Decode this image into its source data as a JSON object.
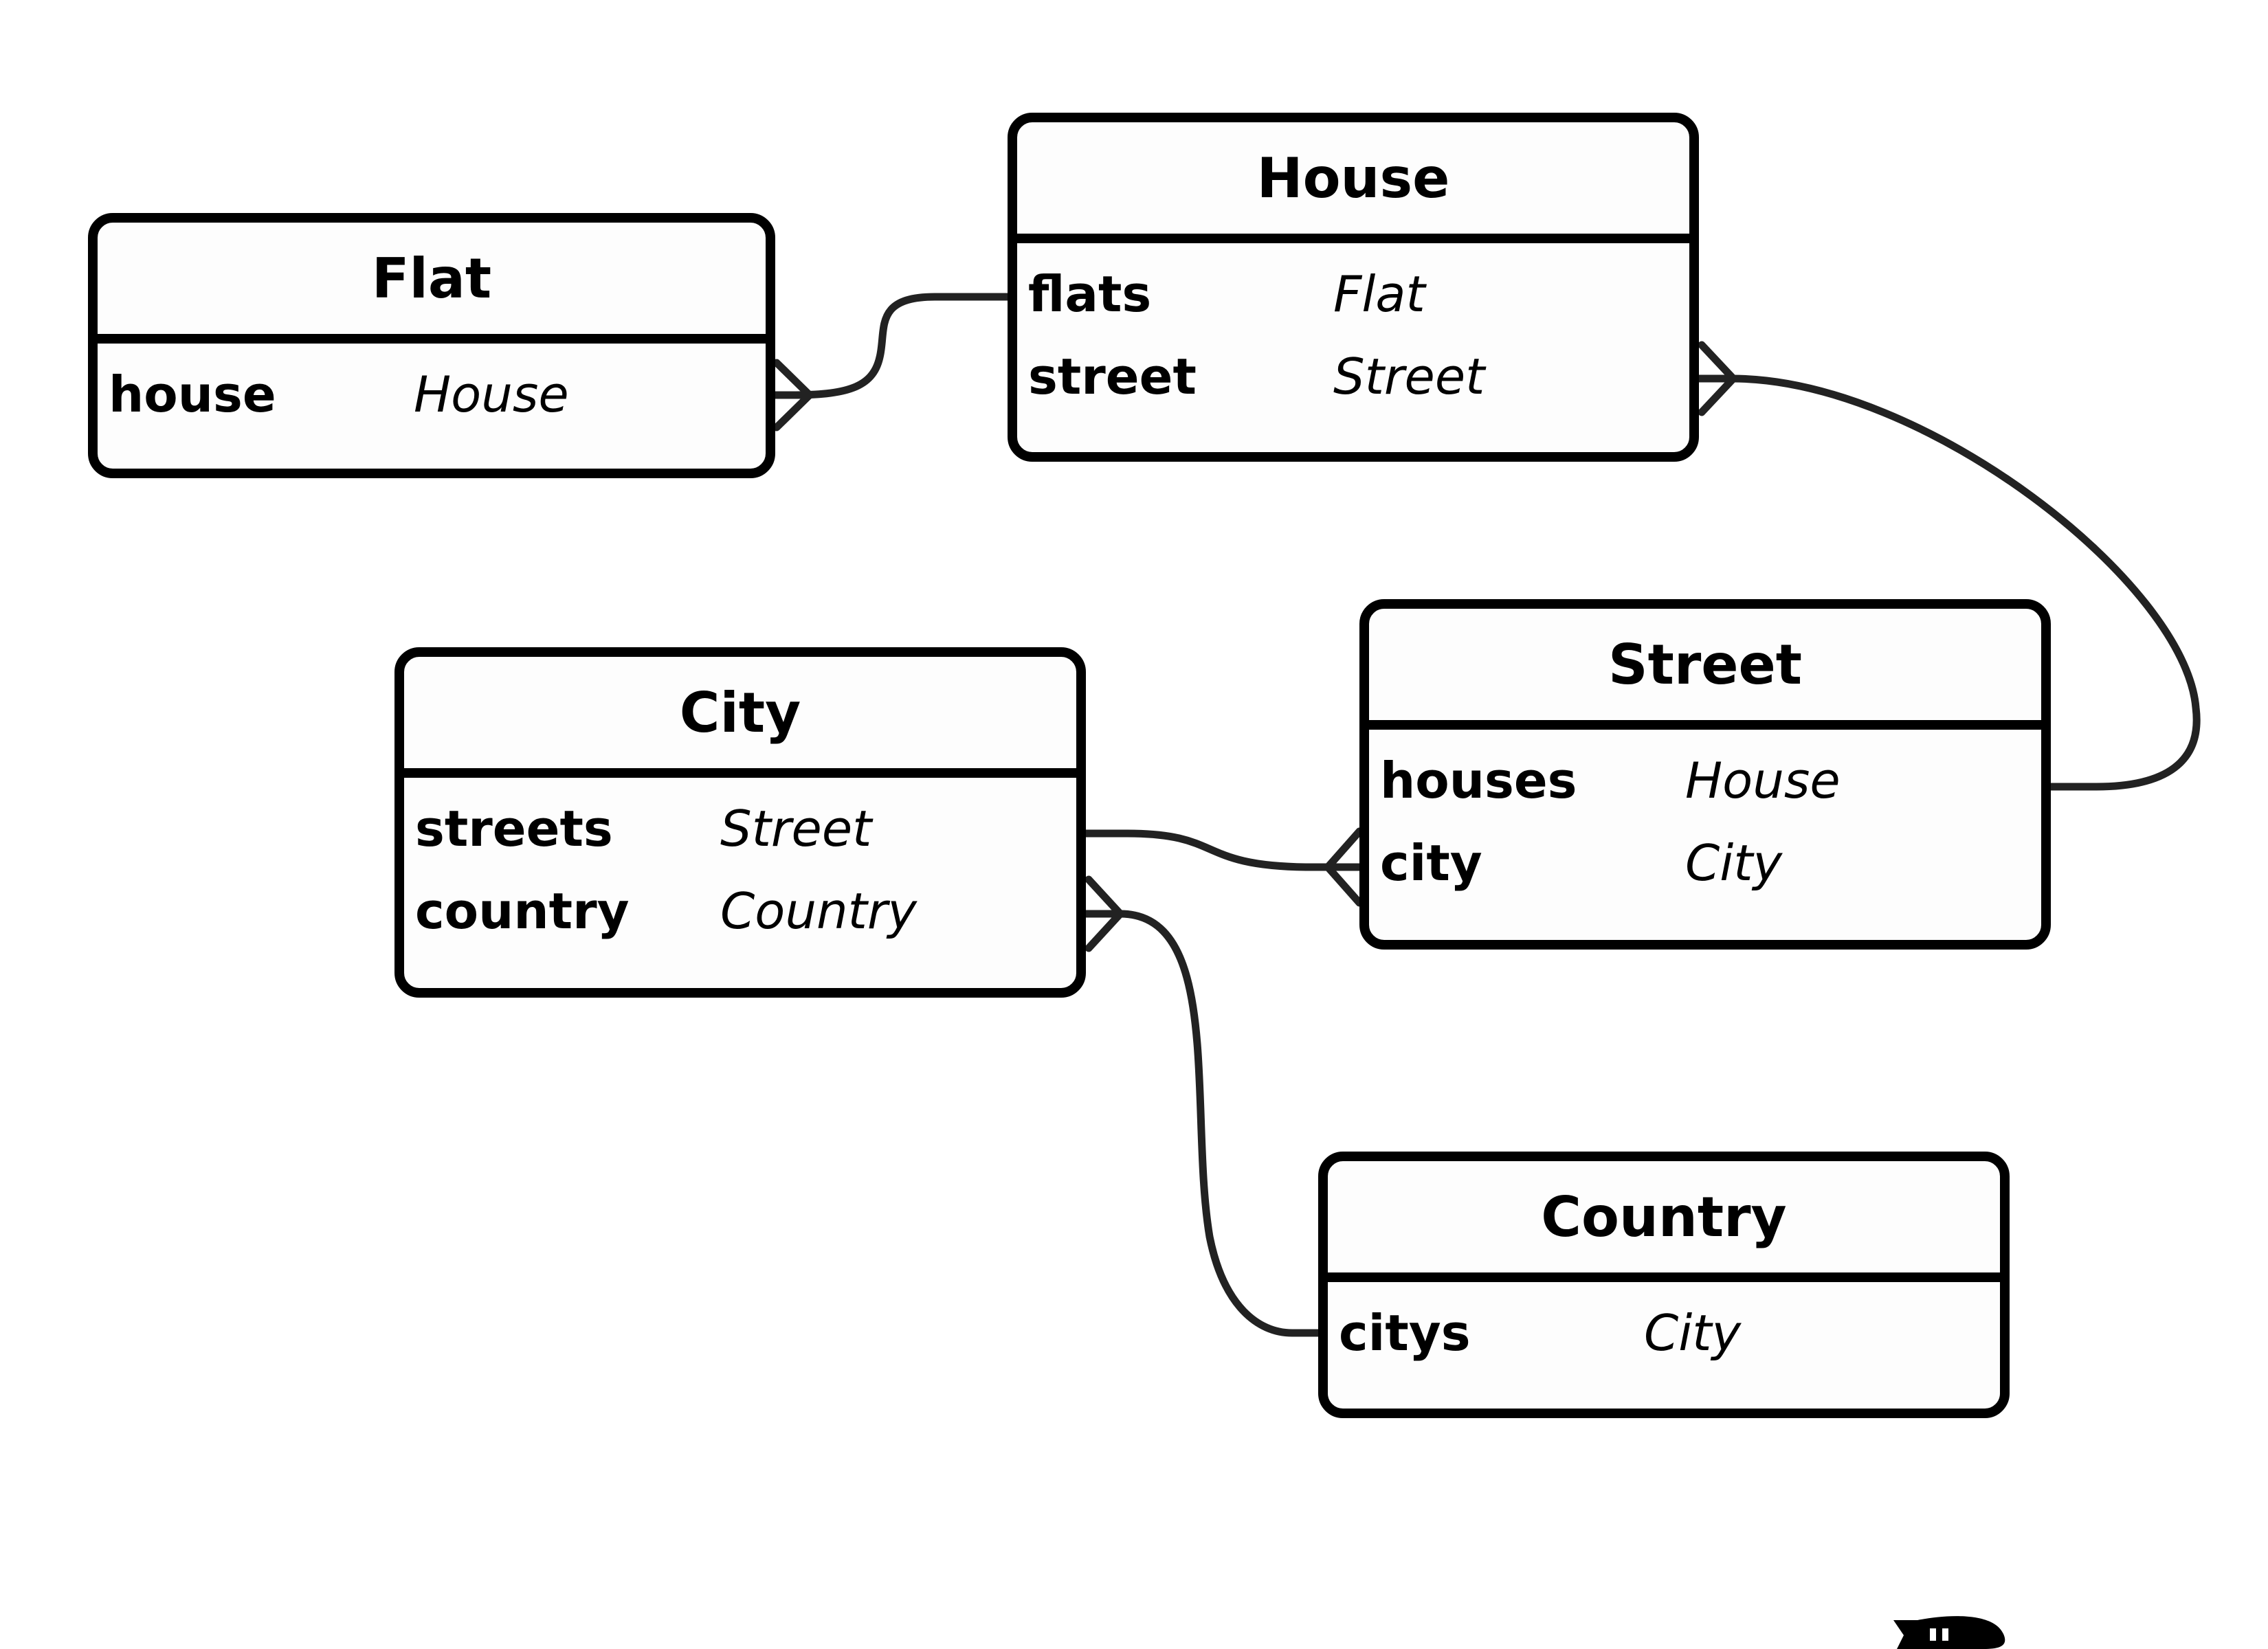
{
  "entities": {
    "flat": {
      "title": "Flat",
      "fields": [
        {
          "name": "house",
          "type": "House"
        }
      ]
    },
    "house": {
      "title": "House",
      "fields": [
        {
          "name": "flats",
          "type": "Flat"
        },
        {
          "name": "street",
          "type": "Street"
        }
      ]
    },
    "street": {
      "title": "Street",
      "fields": [
        {
          "name": "houses",
          "type": "House"
        },
        {
          "name": "city",
          "type": "City"
        }
      ]
    },
    "city": {
      "title": "City",
      "fields": [
        {
          "name": "streets",
          "type": "Street"
        },
        {
          "name": "country",
          "type": "Country"
        }
      ]
    },
    "country": {
      "title": "Country",
      "fields": [
        {
          "name": "citys",
          "type": "City"
        }
      ]
    }
  },
  "colors": {
    "border": "#000000",
    "line": "#222222",
    "background": "#ffffff"
  }
}
